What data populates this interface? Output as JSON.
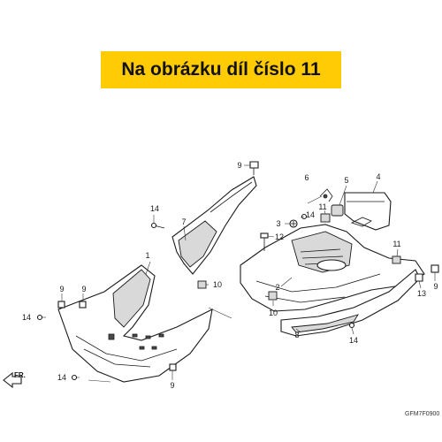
{
  "banner": {
    "text": "Na obrázku díl číslo 11"
  },
  "diagram": {
    "code": "GFM7F0900",
    "direction": "FR.",
    "callouts": {
      "c1": "1",
      "c2": "2",
      "c3": "3",
      "c4": "4",
      "c5": "5",
      "c6": "6",
      "c7": "7",
      "c8": "8",
      "c9a": "9",
      "c9b": "9",
      "c9c": "9",
      "c9d": "9",
      "c9e": "9",
      "c10a": "10",
      "c10b": "10",
      "c11a": "11",
      "c11b": "11",
      "c12": "12",
      "c13": "13",
      "c14a": "14",
      "c14b": "14",
      "c14c": "14",
      "c14d": "14",
      "c14e": "14"
    }
  },
  "colors": {
    "banner": "#ffcb05",
    "line": "#1a1a1a",
    "shade": "#d9d9d9"
  }
}
